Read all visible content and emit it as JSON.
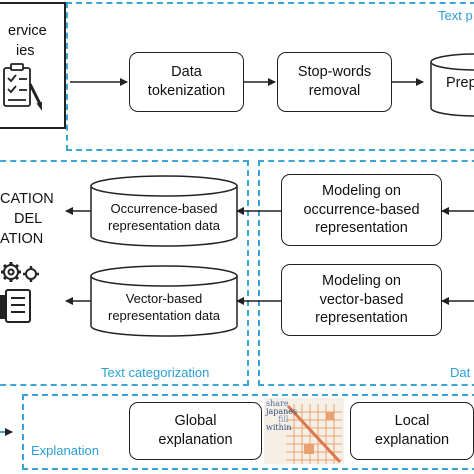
{
  "input_box": {
    "line1": "ervice",
    "line2": "ies"
  },
  "text_preprocessing": {
    "label": "Text p",
    "step1": {
      "line1": "Data",
      "line2": "tokenization"
    },
    "step2": {
      "line1": "Stop-words",
      "line2": "removal"
    },
    "store": "Prep"
  },
  "text_categorization": {
    "label": "Text categorization",
    "classifier": {
      "line1": "CATION",
      "line2": "DEL",
      "line3": "ATION"
    },
    "store1": {
      "line1": "Occurrence-based",
      "line2": "representation data"
    },
    "store2": {
      "line1": "Vector-based",
      "line2": "representation data"
    }
  },
  "data_modeling": {
    "label": "Dat",
    "model1": {
      "line1": "Modeling on",
      "line2": "occurrence-based",
      "line3": "representation"
    },
    "model2": {
      "line1": "Modeling on",
      "line2": "vector-based",
      "line3": "representation"
    }
  },
  "explanation": {
    "label": "Explanation",
    "global": {
      "line1": "Global",
      "line2": "explanation"
    },
    "local": {
      "line1": "Local",
      "line2": "explanation"
    },
    "thumb_words": [
      "share",
      "japanes",
      "fill",
      "within"
    ]
  },
  "colors": {
    "accent": "#3aa6d6",
    "line": "#222222",
    "thumb": "#e9a070"
  },
  "icons": [
    "checklist-icon",
    "gear-icon",
    "document-icon",
    "heatmap-thumbnail"
  ]
}
